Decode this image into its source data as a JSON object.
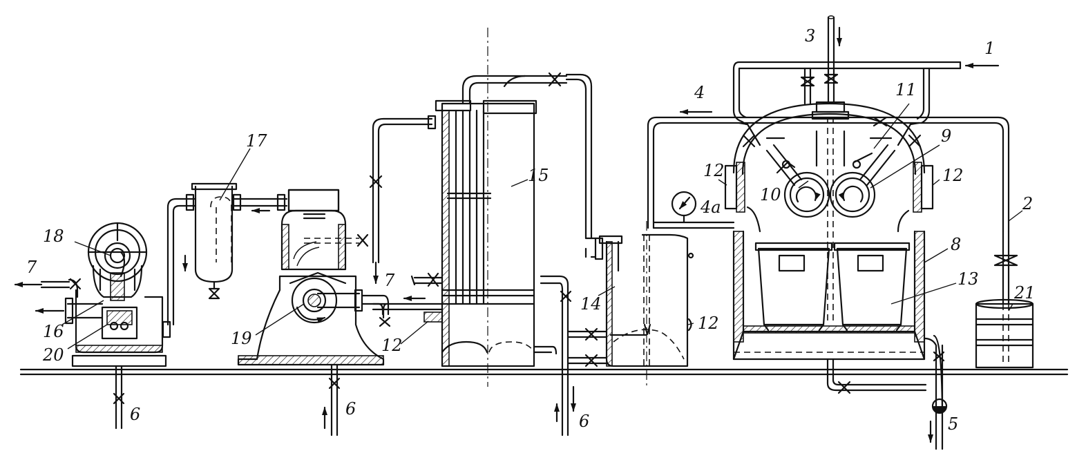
{
  "callouts": [
    {
      "id": "1",
      "text": "1"
    },
    {
      "id": "2",
      "text": "2"
    },
    {
      "id": "3",
      "text": "3"
    },
    {
      "id": "4",
      "text": "4"
    },
    {
      "id": "4a",
      "text": "4a"
    },
    {
      "id": "5",
      "text": "5"
    },
    {
      "id": "6a",
      "text": "6"
    },
    {
      "id": "6b",
      "text": "6"
    },
    {
      "id": "6c",
      "text": "6"
    },
    {
      "id": "7a",
      "text": "7"
    },
    {
      "id": "7b",
      "text": "7"
    },
    {
      "id": "8",
      "text": "8"
    },
    {
      "id": "9",
      "text": "9"
    },
    {
      "id": "10",
      "text": "10"
    },
    {
      "id": "11",
      "text": "11"
    },
    {
      "id": "12a",
      "text": "12"
    },
    {
      "id": "12b",
      "text": "12"
    },
    {
      "id": "12c",
      "text": "12"
    },
    {
      "id": "12d",
      "text": "12"
    },
    {
      "id": "13",
      "text": "13"
    },
    {
      "id": "14",
      "text": "14"
    },
    {
      "id": "15",
      "text": "15"
    },
    {
      "id": "16",
      "text": "16"
    },
    {
      "id": "17",
      "text": "17"
    },
    {
      "id": "18",
      "text": "18"
    },
    {
      "id": "19",
      "text": "19"
    },
    {
      "id": "20",
      "text": "20"
    },
    {
      "id": "21",
      "text": "21"
    }
  ]
}
